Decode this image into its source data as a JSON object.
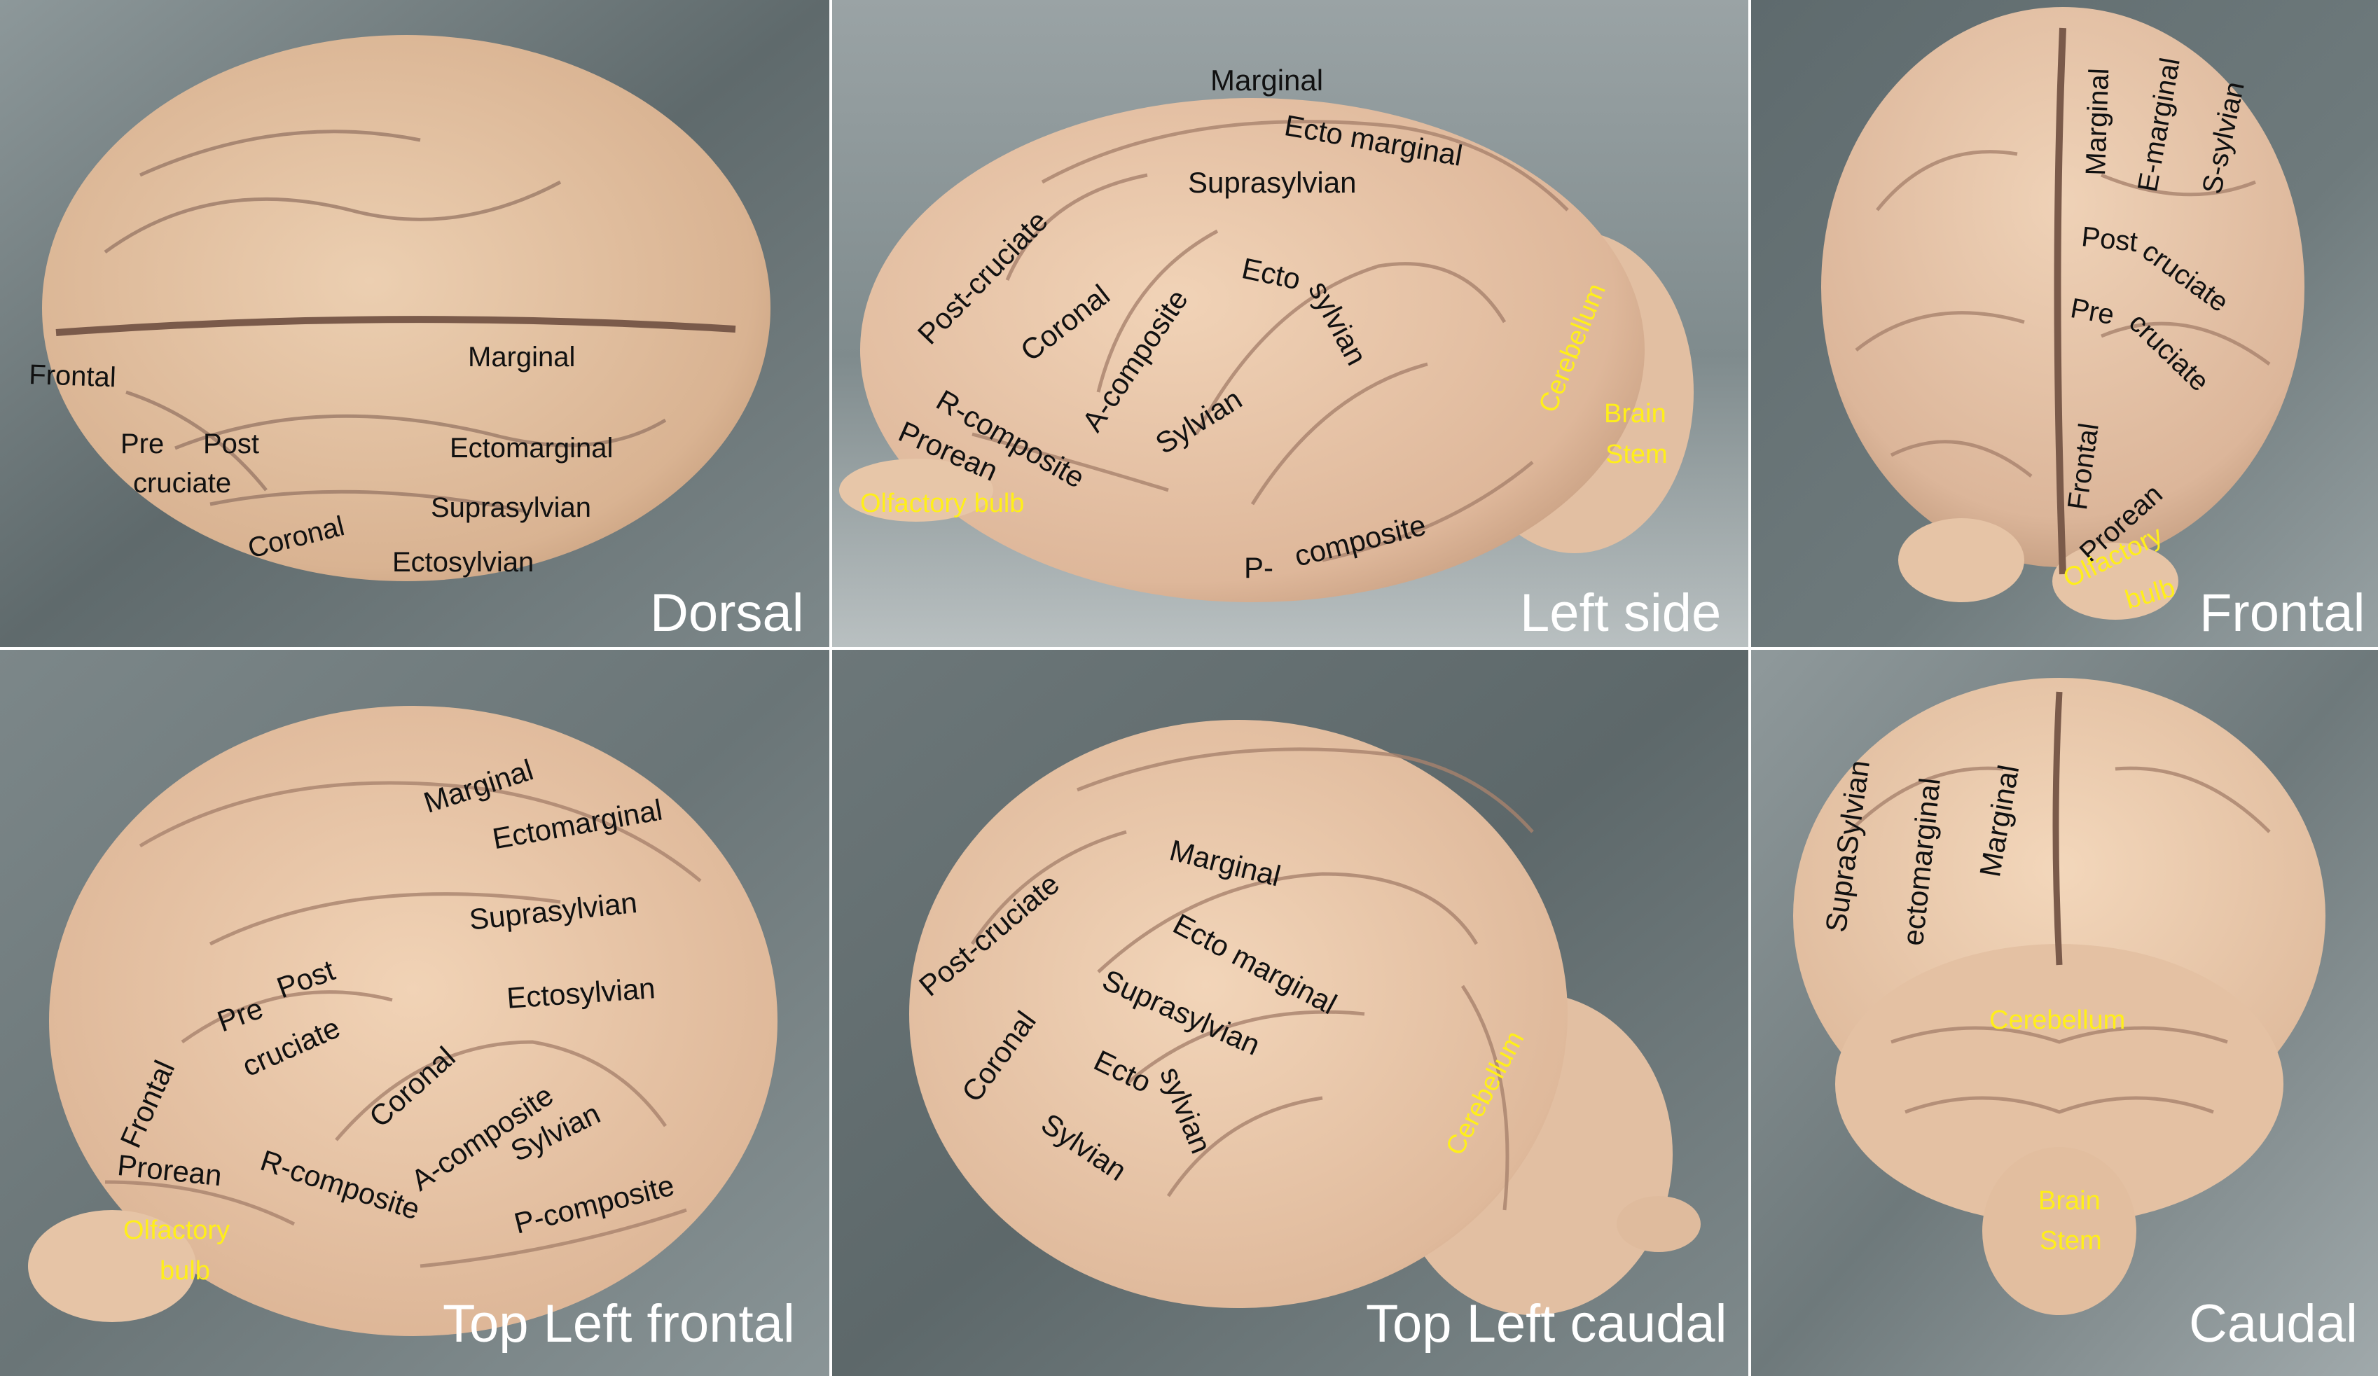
{
  "panels": {
    "dorsal": {
      "title": "Dorsal",
      "labels": [
        "Frontal",
        "Marginal",
        "Pre",
        "Post",
        "cruciate",
        "Ectomarginal",
        "Suprasylvian",
        "Coronal",
        "Ectosylvian"
      ]
    },
    "left_side": {
      "title": "Left side",
      "labels": [
        "Marginal",
        "Ecto marginal",
        "Suprasylvian",
        "Post-cruciate",
        "Coronal",
        "A-composite",
        "Ecto",
        "sylvian",
        "R-composite",
        "Sylvian",
        "Prorean",
        "P-",
        "composite"
      ],
      "yellow_labels": [
        "Cerebellum",
        "Brain",
        "Stem",
        "Olfactory bulb"
      ]
    },
    "frontal": {
      "title": "Frontal",
      "labels": [
        "Marginal",
        "E-marginal",
        "S-sylvian",
        "Post",
        "cruciate",
        "Pre",
        "cruciate",
        "Frontal",
        "Prorean"
      ],
      "yellow_labels": [
        "Olfactory",
        "bulb"
      ]
    },
    "top_left_frontal": {
      "title": "Top Left frontal",
      "labels": [
        "Marginal",
        "Ectomarginal",
        "Suprasylvian",
        "Pre",
        "Post",
        "cruciate",
        "Ectosylvian",
        "Coronal",
        "Frontal",
        "A-composite",
        "Sylvian",
        "Prorean",
        "R-composite",
        "P-composite"
      ],
      "yellow_labels": [
        "Olfactory",
        "bulb"
      ]
    },
    "top_left_caudal": {
      "title": "Top Left caudal",
      "labels": [
        "Post-cruciate",
        "Marginal",
        "Ecto marginal",
        "Coronal",
        "Suprasylvian",
        "Ecto",
        "sylvian",
        "Sylvian"
      ],
      "yellow_labels": [
        "Cerebellum"
      ]
    },
    "caudal": {
      "title": "Caudal",
      "labels": [
        "SupraSylvian",
        "ectomarginal",
        "Marginal"
      ],
      "yellow_labels": [
        "Cerebellum",
        "Brain",
        "Stem"
      ]
    }
  },
  "colors": {
    "label_text": "#111111",
    "highlight_text": "#ffef1a",
    "title_text": "#ffffff",
    "brain_tissue": "#e9c7a6",
    "steel_background": "#6f7a7d"
  }
}
